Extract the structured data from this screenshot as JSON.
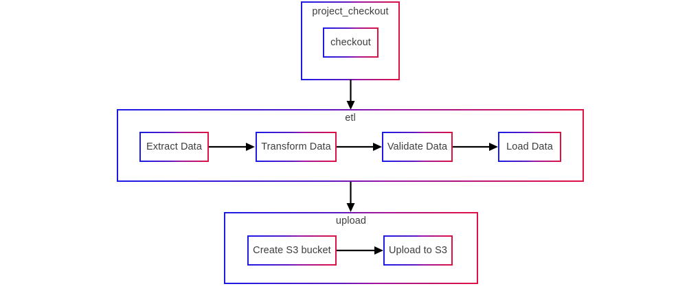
{
  "diagram": {
    "type": "flowchart",
    "background_color": "#ffffff",
    "border_gradient": {
      "start": "#1a1ae6",
      "end": "#e01040"
    },
    "text_color": "#3d3d3d",
    "arrow_color": "#000000",
    "clusters": [
      {
        "id": "project_checkout",
        "label": "project_checkout",
        "label_position": "top-center",
        "nodes": [
          {
            "id": "checkout",
            "label": "checkout"
          }
        ]
      },
      {
        "id": "etl",
        "label": "etl",
        "label_position": "top-center",
        "nodes": [
          {
            "id": "extract_data",
            "label": "Extract Data"
          },
          {
            "id": "transform_data",
            "label": "Transform Data"
          },
          {
            "id": "validate_data",
            "label": "Validate Data"
          },
          {
            "id": "load_data",
            "label": "Load Data"
          }
        ]
      },
      {
        "id": "upload",
        "label": "upload",
        "label_position": "top-center",
        "nodes": [
          {
            "id": "create_s3_bucket",
            "label": "Create S3 bucket"
          },
          {
            "id": "upload_to_s3",
            "label": "Upload to S3"
          }
        ]
      }
    ],
    "edges": [
      {
        "from": "project_checkout",
        "to": "etl",
        "direction": "down"
      },
      {
        "from": "extract_data",
        "to": "transform_data",
        "direction": "right"
      },
      {
        "from": "transform_data",
        "to": "validate_data",
        "direction": "right"
      },
      {
        "from": "validate_data",
        "to": "load_data",
        "direction": "right"
      },
      {
        "from": "etl",
        "to": "upload",
        "direction": "down"
      },
      {
        "from": "create_s3_bucket",
        "to": "upload_to_s3",
        "direction": "right"
      }
    ]
  }
}
